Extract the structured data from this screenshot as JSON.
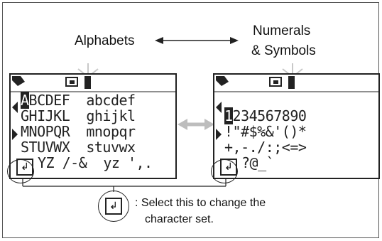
{
  "labels": {
    "alphabets": "Alphabets",
    "numerals_line1": "Numerals",
    "numerals_line2": "& Symbols"
  },
  "left_screen": {
    "rows": [
      [
        "ABCDEF",
        "abcdef"
      ],
      [
        "GHIJKL",
        "ghijkl"
      ],
      [
        "MNOPQR",
        "mnopqr"
      ],
      [
        "STUVWX",
        "stuvwx"
      ],
      [
        "YZ /-&",
        "yz ',."
      ]
    ],
    "cursor_char": "A"
  },
  "right_screen": {
    "rows": [
      "1234567890",
      "!\"#$%&'()*",
      "+,-./:;<=>",
      "?@_`"
    ],
    "cursor_char": "1"
  },
  "enter_icon": "enter-key-icon",
  "note": {
    "line1": ": Select this to change the",
    "line2": "character set."
  },
  "colors": {
    "line": "#222222",
    "arrow_gray": "#bdbdbd",
    "glow": "#c8c8c8"
  }
}
